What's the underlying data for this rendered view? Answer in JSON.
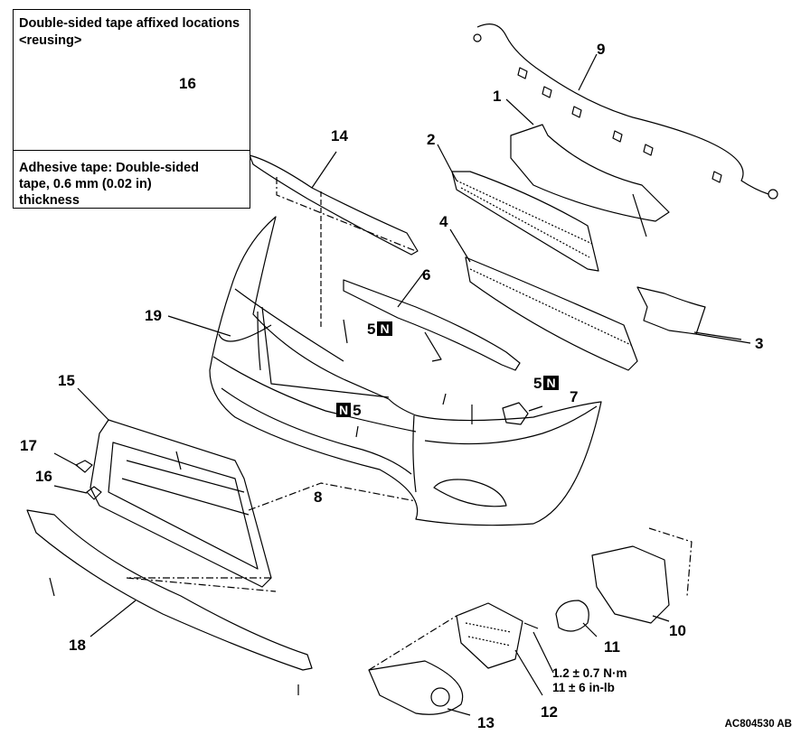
{
  "inset": {
    "title_line1": "Double-sided tape affixed locations",
    "title_line2": "<reusing>",
    "part_number": "16",
    "note_line1": "Adhesive tape: Double-sided",
    "note_line2": "tape, 0.6 mm (0.02 in)",
    "note_line3": "thickness"
  },
  "callouts": {
    "c1": "1",
    "c2": "2",
    "c3": "3",
    "c4": "4",
    "c5a": "5",
    "c5b": "5",
    "c5c": "5",
    "c6": "6",
    "c7": "7",
    "c8": "8",
    "c9": "9",
    "c10": "10",
    "c11": "11",
    "c12": "12",
    "c13": "13",
    "c14": "14",
    "c15": "15",
    "c16": "16",
    "c17": "17",
    "c18": "18",
    "c19": "19",
    "n_mark": "N"
  },
  "torque": {
    "line1": "1.2 ± 0.7 N·m",
    "line2": "11 ± 6 in-lb"
  },
  "figure_code": "AC804530 AB"
}
